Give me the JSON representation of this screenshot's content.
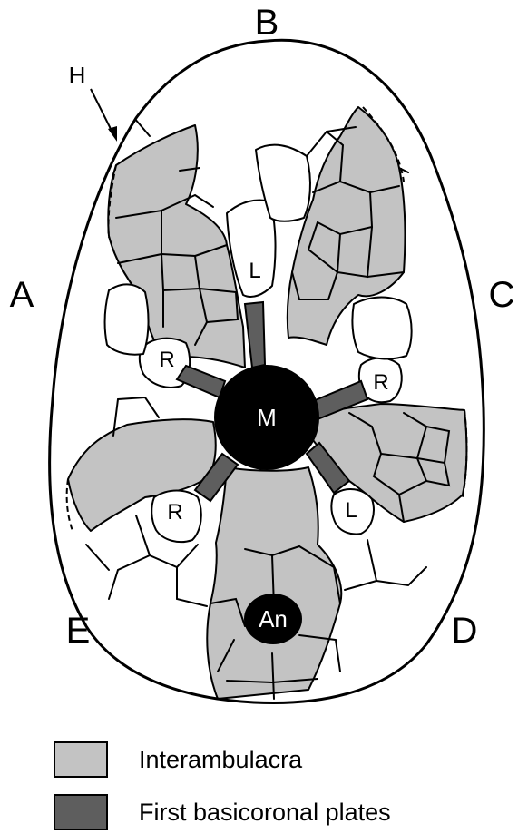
{
  "figure": {
    "ambulacra_labels": [
      "A",
      "B",
      "C",
      "D",
      "E"
    ],
    "pointer_label": "H",
    "center_plate": "M",
    "periproct_label": "An",
    "plate_labels": {
      "R": "R",
      "L": "L"
    }
  },
  "legend": [
    {
      "label": "Interambulacra",
      "color": "#c3c3c3"
    },
    {
      "label": "First basicoronal plates",
      "color": "#5e5e5e"
    }
  ]
}
